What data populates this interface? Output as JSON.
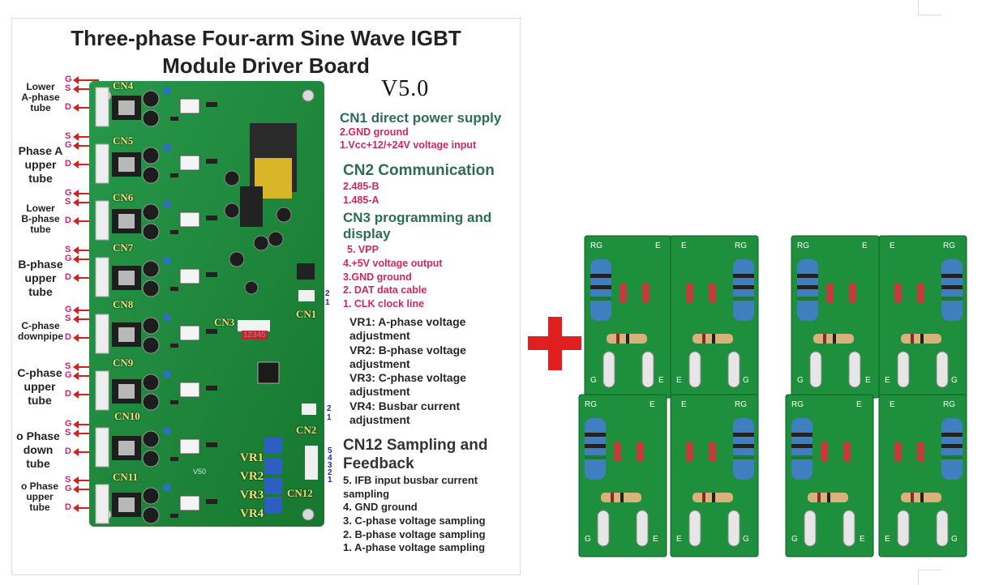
{
  "title_line1": "Three-phase Four-arm Sine Wave IGBT",
  "title_line2": "Module Driver Board",
  "version": "V5.0",
  "side_labels": [
    {
      "text": "Lower\nA-phase\ntube"
    },
    {
      "text": "Phase A\nupper\ntube"
    },
    {
      "text": "Lower\nB-phase\ntube"
    },
    {
      "text": "B-phase\nupper\ntube"
    },
    {
      "text": "C-phase\ndownpipe"
    },
    {
      "text": "C-phase\nupper\ntube"
    },
    {
      "text": "o Phase\ndown\ntube"
    },
    {
      "text": "o Phase\nupper\ntube"
    }
  ],
  "connector_labels": [
    "CN4",
    "CN5",
    "CN6",
    "CN7",
    "CN8",
    "CN9",
    "CN10",
    "CN11",
    "CN1",
    "CN2",
    "CN3",
    "CN12",
    "VR1",
    "VR2",
    "VR3",
    "VR4"
  ],
  "cn3_pins": "12345",
  "board_text": "V50",
  "pin_letters": [
    "G",
    "S",
    "D"
  ],
  "cn1": {
    "heading": "CN1 direct power supply",
    "items": [
      "2.GND ground",
      "1.Vcc+12/+24V voltage input"
    ]
  },
  "cn2": {
    "heading": "CN2 Communication",
    "items": [
      "2.485-B",
      "1.485-A"
    ]
  },
  "cn3": {
    "heading": "CN3 programming and\ndisplay",
    "items": [
      "5. VPP",
      "4.+5V voltage output",
      "3.GND ground",
      "2. DAT data cable",
      "1. CLK clock line"
    ]
  },
  "vr": {
    "items": [
      "VR1: A-phase voltage\nadjustment",
      "VR2: B-phase voltage\nadjustment",
      "VR3: C-phase voltage\nadjustment",
      "VR4: Busbar current\nadjustment"
    ]
  },
  "cn12": {
    "heading": "CN12 Sampling and\nFeedback",
    "items": [
      "5. IFB input busbar current\nsampling",
      "4. GND ground",
      "3. C-phase voltage sampling",
      "2. B-phase voltage sampling",
      "1. A-phase voltage sampling"
    ]
  },
  "pin_numbers": {
    "cn1": [
      "2",
      "1"
    ],
    "cn2": [
      "2",
      "1"
    ],
    "cn12": [
      "5",
      "4",
      "3",
      "2",
      "1"
    ]
  },
  "mini_board_labels": {
    "rg": "RG",
    "e": "E",
    "g": "G"
  },
  "colors": {
    "pcb_green": "#1f8a3a",
    "pcb_dark": "#166d2c",
    "heading_green": "#2c6e55",
    "pink": "#d02760",
    "plus_red": "#e02020",
    "resistor_blue": "#3f7fc0"
  }
}
